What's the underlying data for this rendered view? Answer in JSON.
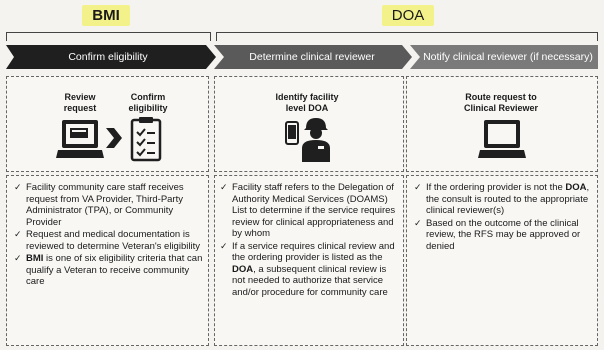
{
  "header": {
    "bmi": "BMI",
    "doa": "DOA",
    "highlight_color": "#f3f28a"
  },
  "steps": [
    {
      "label": "Confirm eligibility",
      "color": "#1f1f1f"
    },
    {
      "label": "Determine clinical reviewer",
      "color": "#5a5a5a"
    },
    {
      "label": "Notify clinical reviewer (if necessary)",
      "color": "#7a7a7a"
    }
  ],
  "panels": {
    "bmi": {
      "icon1_label_1": "Review",
      "icon1_label_2": "request",
      "icon2_label_1": "Confirm",
      "icon2_label_2": "eligibility",
      "items": [
        {
          "pre": "Facility community care staff receives request from VA Provider, Third-Party Administrator (TPA), or Community Provider",
          "bold": "",
          "post": ""
        },
        {
          "pre": "Request and medical documentation is reviewed to determine Veteran's eligibility",
          "bold": "",
          "post": ""
        },
        {
          "pre": "",
          "bold": "BMI",
          "post": " is one of six eligibility criteria that can qualify a Veteran to receive community care"
        }
      ]
    },
    "doa": {
      "icon_label_1": "Identify facility",
      "icon_label_2": "level DOA",
      "items": [
        {
          "pre": "Facility staff refers to the Delegation of Authority Medical Services (DOAMS) List to determine if the service requires review for clinical appropriateness and by whom",
          "bold": "",
          "post": ""
        },
        {
          "pre": "If a service requires clinical review and the ordering provider is listed as the ",
          "bold": "DOA",
          "post": ", a subsequent clinical review is not needed to authorize that service and/or procedure for community care"
        }
      ]
    },
    "notify": {
      "icon_label_1": "Route request to",
      "icon_label_2": "Clinical Reviewer",
      "items": [
        {
          "pre": "If the ordering provider is not the ",
          "bold": "DOA",
          "post": ", the consult is routed to the appropriate clinical reviewer(s)"
        },
        {
          "pre": "Based on the outcome of the clinical review, the RFS may be approved or denied",
          "bold": "",
          "post": ""
        }
      ]
    }
  }
}
